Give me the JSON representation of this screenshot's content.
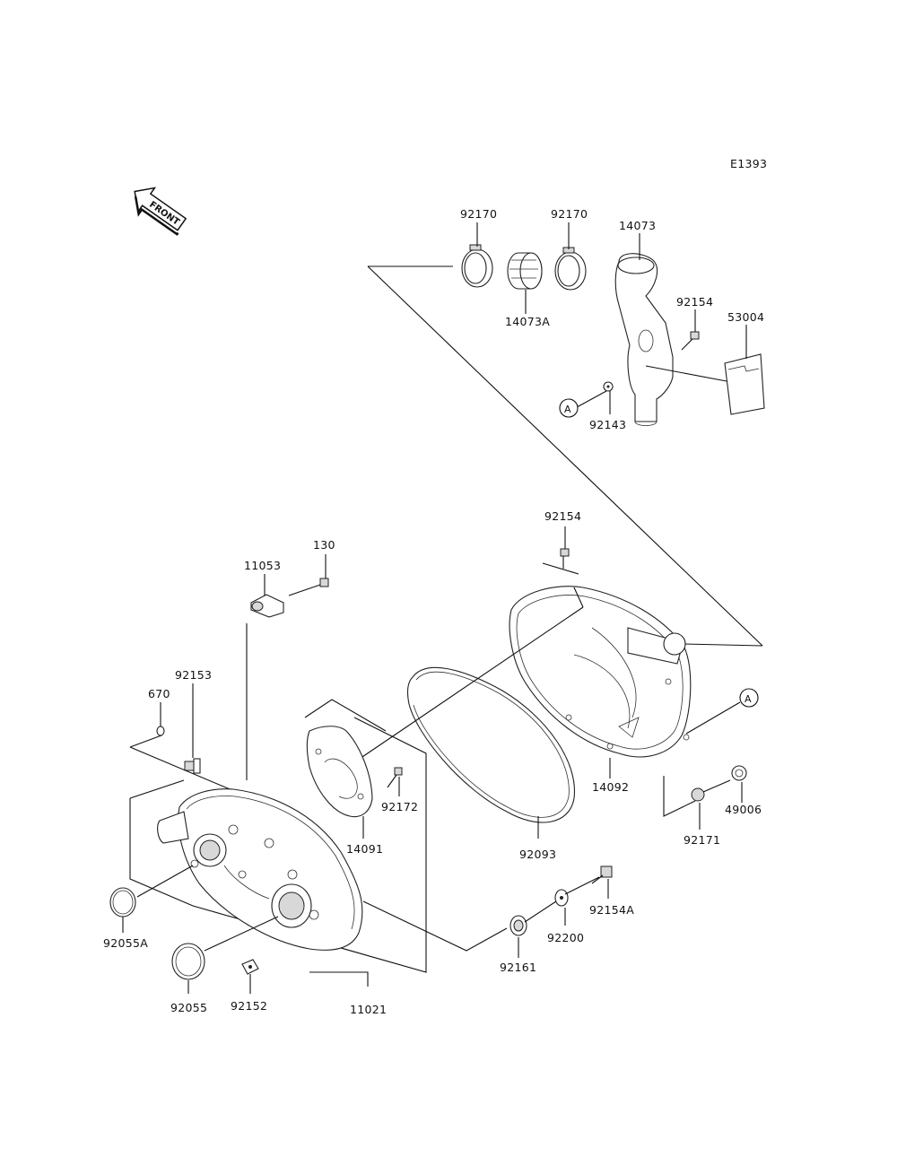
{
  "diagram_code": "E1393",
  "front_arrow_text": "FRONT",
  "reference_marker": "A",
  "labels": {
    "p92170_left": "92170",
    "p92170_right": "92170",
    "p14073": "14073",
    "p14073A": "14073A",
    "p92154_top": "92154",
    "p53004": "53004",
    "p92143": "92143",
    "p92154_mid": "92154",
    "p130": "130",
    "p11053": "11053",
    "p92153": "92153",
    "p670": "670",
    "p92172": "92172",
    "p14091": "14091",
    "p14092": "14092",
    "p49006": "49006",
    "p92171": "92171",
    "p92093": "92093",
    "p92154A": "92154A",
    "p92200": "92200",
    "p92161": "92161",
    "p92055A": "92055A",
    "p92055": "92055",
    "p92152": "92152",
    "p11021": "11021"
  }
}
